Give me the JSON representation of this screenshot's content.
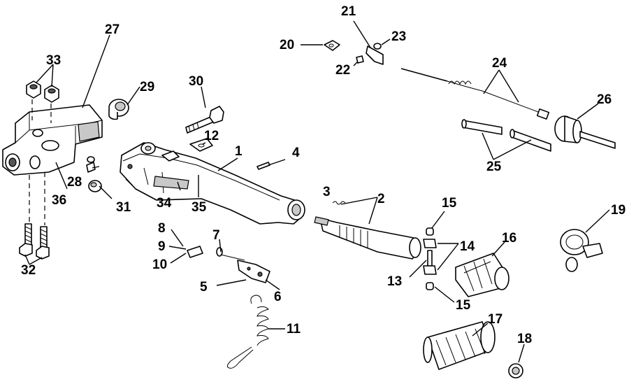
{
  "diagram": {
    "callouts": [
      {
        "id": "c1",
        "text": "1"
      },
      {
        "id": "c2",
        "text": "2"
      },
      {
        "id": "c3",
        "text": "3"
      },
      {
        "id": "c4",
        "text": "4"
      },
      {
        "id": "c5",
        "text": "5"
      },
      {
        "id": "c6",
        "text": "6"
      },
      {
        "id": "c7",
        "text": "7"
      },
      {
        "id": "c8",
        "text": "8"
      },
      {
        "id": "c9",
        "text": "9"
      },
      {
        "id": "c10",
        "text": "10"
      },
      {
        "id": "c11",
        "text": "11"
      },
      {
        "id": "c12",
        "text": "12"
      },
      {
        "id": "c13",
        "text": "13"
      },
      {
        "id": "c14",
        "text": "14"
      },
      {
        "id": "c15a",
        "text": "15"
      },
      {
        "id": "c15b",
        "text": "15"
      },
      {
        "id": "c16",
        "text": "16"
      },
      {
        "id": "c17",
        "text": "17"
      },
      {
        "id": "c18",
        "text": "18"
      },
      {
        "id": "c19",
        "text": "19"
      },
      {
        "id": "c20",
        "text": "20"
      },
      {
        "id": "c21",
        "text": "21"
      },
      {
        "id": "c22",
        "text": "22"
      },
      {
        "id": "c23",
        "text": "23"
      },
      {
        "id": "c24",
        "text": "24"
      },
      {
        "id": "c25",
        "text": "25"
      },
      {
        "id": "c26",
        "text": "26"
      },
      {
        "id": "c27",
        "text": "27"
      },
      {
        "id": "c28",
        "text": "28"
      },
      {
        "id": "c29",
        "text": "29"
      },
      {
        "id": "c30",
        "text": "30"
      },
      {
        "id": "c31",
        "text": "31"
      },
      {
        "id": "c32",
        "text": "32"
      },
      {
        "id": "c33",
        "text": "33"
      },
      {
        "id": "c34",
        "text": "34"
      },
      {
        "id": "c35",
        "text": "35"
      },
      {
        "id": "c36",
        "text": "36"
      }
    ]
  }
}
